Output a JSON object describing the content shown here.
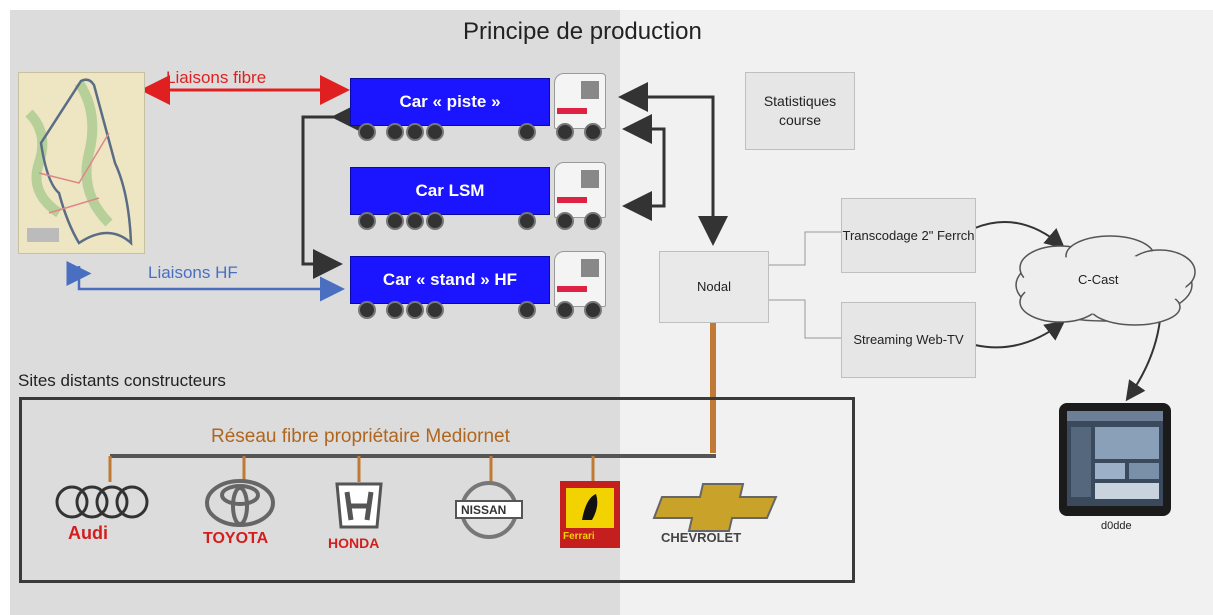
{
  "title": "Principe de production",
  "links": {
    "fibre": "Liaisons fibre",
    "hf": "Liaisons HF"
  },
  "trucks": [
    {
      "label": "Car « piste »"
    },
    {
      "label": "Car LSM"
    },
    {
      "label": "Car « stand » HF"
    }
  ],
  "stats": "Statistiques course",
  "nodal": "Nodal",
  "transcodage": "Transcodage 2\" Ferrch",
  "streaming": "Streaming Web-TV",
  "ccast": "C-Cast",
  "tablet_caption": "d0dde",
  "sites_label": "Sites distants constructeurs",
  "reseau_label": "Réseau fibre propriétaire Mediornet",
  "logos": [
    "Audi",
    "TOYOTA",
    "HONDA",
    "NISSAN",
    "Ferrari",
    "CHEVROLET"
  ],
  "colors": {
    "truck_blue": "#1a14ff",
    "fibre_red": "#e02020",
    "hf_blue": "#4a6fc0",
    "mediornet": "#c07a35"
  }
}
